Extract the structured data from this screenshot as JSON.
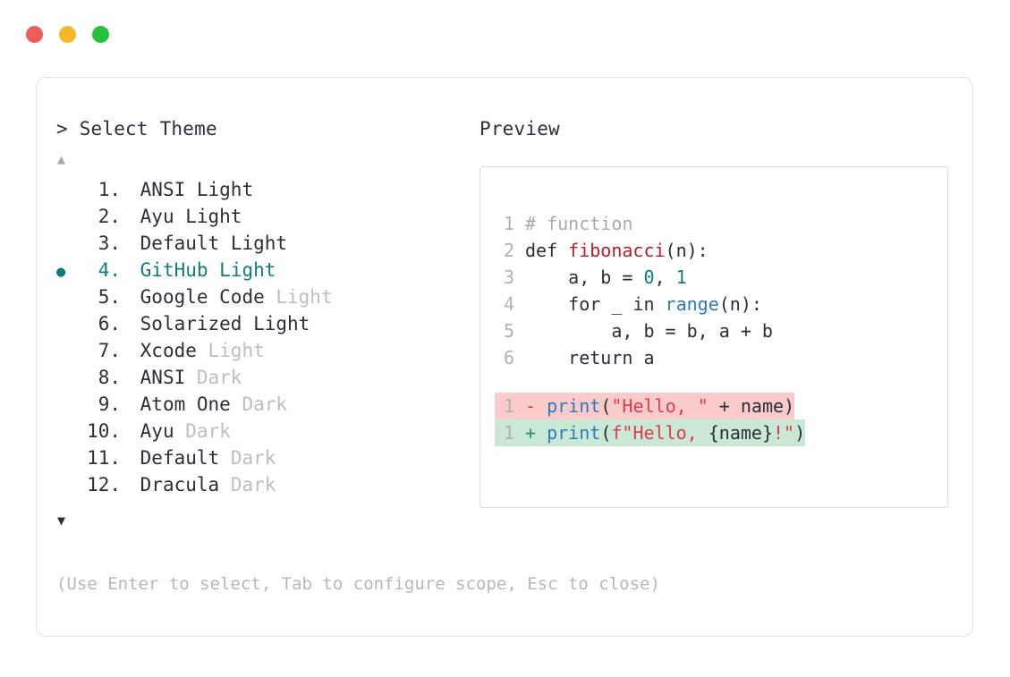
{
  "window": {
    "dots": [
      {
        "name": "close",
        "color": "#f05b5b"
      },
      {
        "name": "minimize",
        "color": "#f5b928"
      },
      {
        "name": "maximize",
        "color": "#28c13e"
      }
    ]
  },
  "prompt": {
    "marker": ">",
    "title": "Select Theme",
    "scroll_up": "▲",
    "scroll_down": "▼",
    "selected_index": 4,
    "bullet_glyph": "●",
    "accent_color": "#0f7c7c"
  },
  "themes": [
    {
      "index": "1.",
      "name": "ANSI",
      "variant": "Light",
      "variant_muted": false,
      "selected": false
    },
    {
      "index": "2.",
      "name": "Ayu",
      "variant": "Light",
      "variant_muted": false,
      "selected": false
    },
    {
      "index": "3.",
      "name": "Default",
      "variant": "Light",
      "variant_muted": false,
      "selected": false
    },
    {
      "index": "4.",
      "name": "GitHub",
      "variant": "Light",
      "variant_muted": false,
      "selected": true
    },
    {
      "index": "5.",
      "name": "Google Code",
      "variant": "Light",
      "variant_muted": true,
      "selected": false
    },
    {
      "index": "6.",
      "name": "Solarized",
      "variant": "Light",
      "variant_muted": false,
      "selected": false
    },
    {
      "index": "7.",
      "name": "Xcode",
      "variant": "Light",
      "variant_muted": true,
      "selected": false
    },
    {
      "index": "8.",
      "name": "ANSI",
      "variant": "Dark",
      "variant_muted": true,
      "selected": false
    },
    {
      "index": "9.",
      "name": "Atom One",
      "variant": "Dark",
      "variant_muted": true,
      "selected": false
    },
    {
      "index": "10.",
      "name": "Ayu",
      "variant": "Dark",
      "variant_muted": true,
      "selected": false
    },
    {
      "index": "11.",
      "name": "Default",
      "variant": "Dark",
      "variant_muted": true,
      "selected": false
    },
    {
      "index": "12.",
      "name": "Dracula",
      "variant": "Dark",
      "variant_muted": true,
      "selected": false
    }
  ],
  "hint": "(Use Enter to select, Tab to configure scope, Esc to close)",
  "preview": {
    "title": "Preview",
    "code_lines": [
      {
        "no": "1",
        "tokens": [
          {
            "t": "# function",
            "c": "comment"
          }
        ]
      },
      {
        "no": "2",
        "tokens": [
          {
            "t": "def ",
            "c": "plain"
          },
          {
            "t": "fibonacci",
            "c": "fn"
          },
          {
            "t": "(n):",
            "c": "punct"
          }
        ]
      },
      {
        "no": "3",
        "tokens": [
          {
            "t": "    a, b = ",
            "c": "plain"
          },
          {
            "t": "0",
            "c": "num"
          },
          {
            "t": ", ",
            "c": "plain"
          },
          {
            "t": "1",
            "c": "num"
          }
        ]
      },
      {
        "no": "4",
        "tokens": [
          {
            "t": "    for _ in ",
            "c": "plain"
          },
          {
            "t": "range",
            "c": "builtin"
          },
          {
            "t": "(n):",
            "c": "punct"
          }
        ]
      },
      {
        "no": "5",
        "tokens": [
          {
            "t": "        a, b = b, a + b",
            "c": "plain"
          }
        ]
      },
      {
        "no": "6",
        "tokens": [
          {
            "t": "    return a",
            "c": "plain"
          }
        ]
      }
    ],
    "diff_lines": [
      {
        "no": "1",
        "kind": "del",
        "sign": "-",
        "bg": "#fbcbcb",
        "tokens": [
          {
            "t": "print",
            "c": "builtin"
          },
          {
            "t": "(",
            "c": "punct"
          },
          {
            "t": "\"Hello, \"",
            "c": "str"
          },
          {
            "t": " + name)",
            "c": "plain"
          }
        ]
      },
      {
        "no": "1",
        "kind": "add",
        "sign": "+",
        "bg": "#c9e8d5",
        "tokens": [
          {
            "t": "print",
            "c": "builtin"
          },
          {
            "t": "(",
            "c": "punct"
          },
          {
            "t": "f\"Hello, ",
            "c": "str"
          },
          {
            "t": "{name}",
            "c": "plain"
          },
          {
            "t": "!\"",
            "c": "str"
          },
          {
            "t": ")",
            "c": "punct"
          }
        ]
      }
    ]
  }
}
